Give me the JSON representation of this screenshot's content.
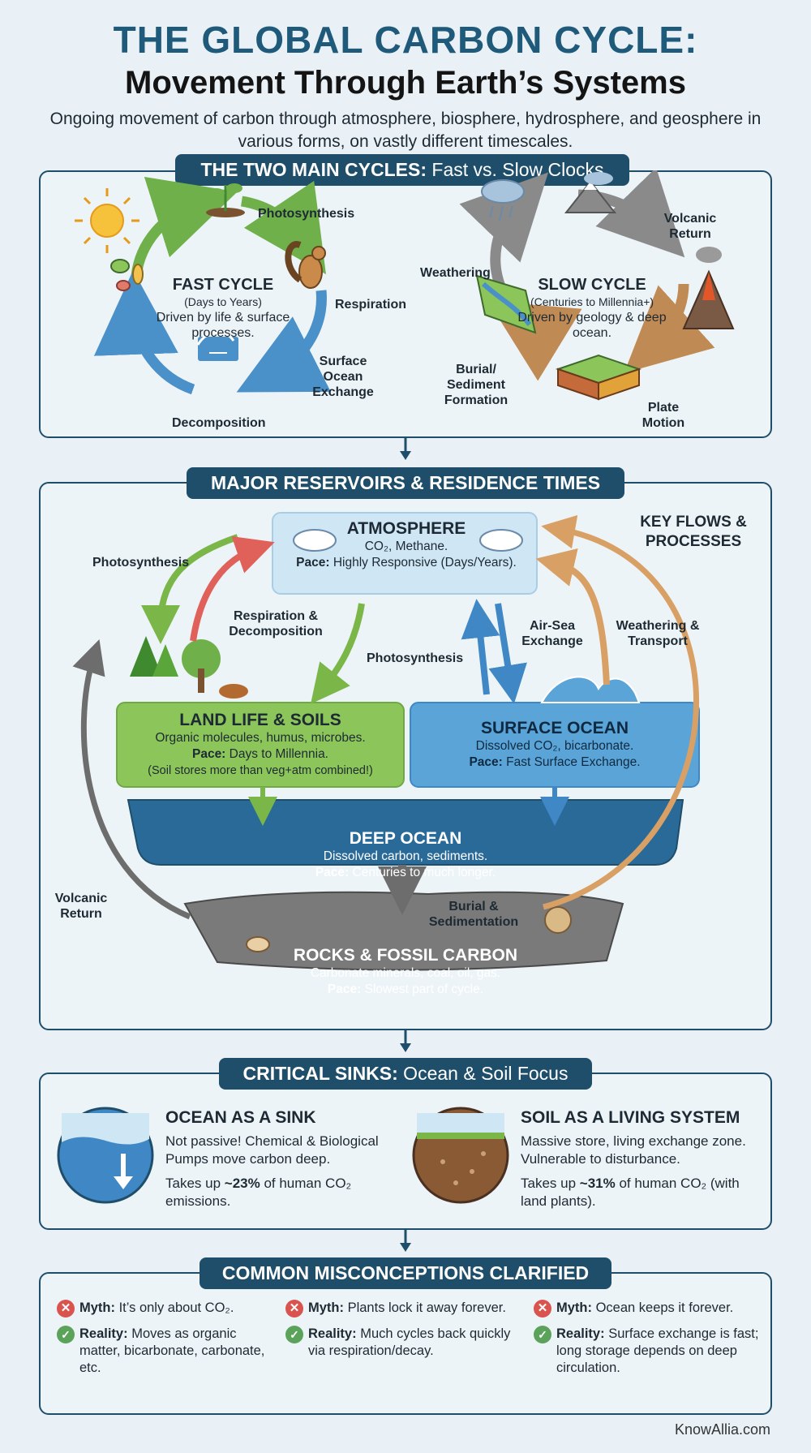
{
  "header": {
    "title_line1": "THE GLOBAL CARBON CYCLE:",
    "title_line2": "Movement Through Earth’s Systems",
    "subtitle": "Ongoing movement of carbon through atmosphere, biosphere, hydrosphere, and geosphere in various forms, on vastly different timescales."
  },
  "cycles": {
    "banner_bold": "THE TWO MAIN CYCLES:",
    "banner_rest": " Fast vs. Slow Clocks",
    "fast": {
      "title": "FAST CYCLE",
      "timescale": "(Days to Years)",
      "desc": "Driven by life & surface processes.",
      "labels": [
        "Photosynthesis",
        "Respiration",
        "Surface Ocean Exchange",
        "Decomposition"
      ]
    },
    "slow": {
      "title": "SLOW CYCLE",
      "timescale": "(Centuries to Millennia+)",
      "desc": "Driven by geology & deep ocean.",
      "labels": [
        "Volcanic Return",
        "Plate Motion",
        "Burial/ Sediment Formation",
        "Weathering"
      ]
    }
  },
  "reservoirs": {
    "banner": "MAJOR RESERVOIRS & RESIDENCE TIMES",
    "key_flows": "KEY FLOWS & PROCESSES",
    "atmosphere": {
      "title": "ATMOSPHERE",
      "line1": "CO₂, Methane.",
      "pace_label": "Pace:",
      "pace": " Highly Responsive (Days/Years)."
    },
    "land": {
      "title": "LAND LIFE & SOILS",
      "line1": "Organic molecules, humus, microbes.",
      "pace_label": "Pace:",
      "pace": " Days to Millennia.",
      "note": "(Soil stores more than veg+atm combined!)"
    },
    "surface_ocean": {
      "title": "SURFACE OCEAN",
      "line1": "Dissolved CO₂, bicarbonate.",
      "pace_label": "Pace:",
      "pace": " Fast Surface Exchange."
    },
    "deep_ocean": {
      "title": "DEEP OCEAN",
      "line1": "Dissolved carbon, sediments.",
      "pace_label": "Pace:",
      "pace": " Centuries to much longer."
    },
    "rocks": {
      "title": "ROCKS & FOSSIL CARBON",
      "line1": "Carbonate minerals, coal, oil, gas.",
      "pace_label": "Pace:",
      "pace": " Slowest part of cycle."
    },
    "flows": {
      "photosynthesis_left": "Photosynthesis",
      "respiration": "Respiration & Decomposition",
      "photosynthesis_mid": "Photosynthesis",
      "air_sea": "Air-Sea Exchange",
      "weathering": "Weathering & Transport",
      "volcanic": "Volcanic Return",
      "burial": "Burial & Sedimentation"
    }
  },
  "sinks": {
    "banner_bold": "CRITICAL SINKS:",
    "banner_rest": " Ocean & Soil Focus",
    "ocean": {
      "title": "OCEAN AS A SINK",
      "text": "Not passive! Chemical & Biological Pumps move carbon deep.",
      "uptake_pre": "Takes up ",
      "uptake_val": "~23%",
      "uptake_post": " of human CO₂ emissions."
    },
    "soil": {
      "title": "SOIL AS A LIVING SYSTEM",
      "text": "Massive store, living exchange zone. Vulnerable to disturbance.",
      "uptake_pre": "Takes up ",
      "uptake_val": "~31%",
      "uptake_post": " of human CO₂ (with land plants)."
    }
  },
  "misconceptions": {
    "banner": "COMMON MISCONCEPTIONS CLARIFIED",
    "myth_label": "Myth:",
    "reality_label": "Reality:",
    "items": [
      {
        "myth": " It’s only about CO₂.",
        "reality": " Moves as organic matter, bicarbonate, carbonate, etc."
      },
      {
        "myth": " Plants lock it away forever.",
        "reality": " Much cycles back quickly via respiration/decay."
      },
      {
        "myth": " Ocean keeps it forever.",
        "reality": " Surface exchange is fast; long storage depends on deep circulation."
      }
    ]
  },
  "footer": {
    "credit": "KnowAllia.com"
  },
  "colors": {
    "navy": "#1f4e6b",
    "green": "#7ab648",
    "blue": "#3f88c5",
    "tan": "#d9a066",
    "gray": "#6d6d6d",
    "red": "#e0605a"
  }
}
